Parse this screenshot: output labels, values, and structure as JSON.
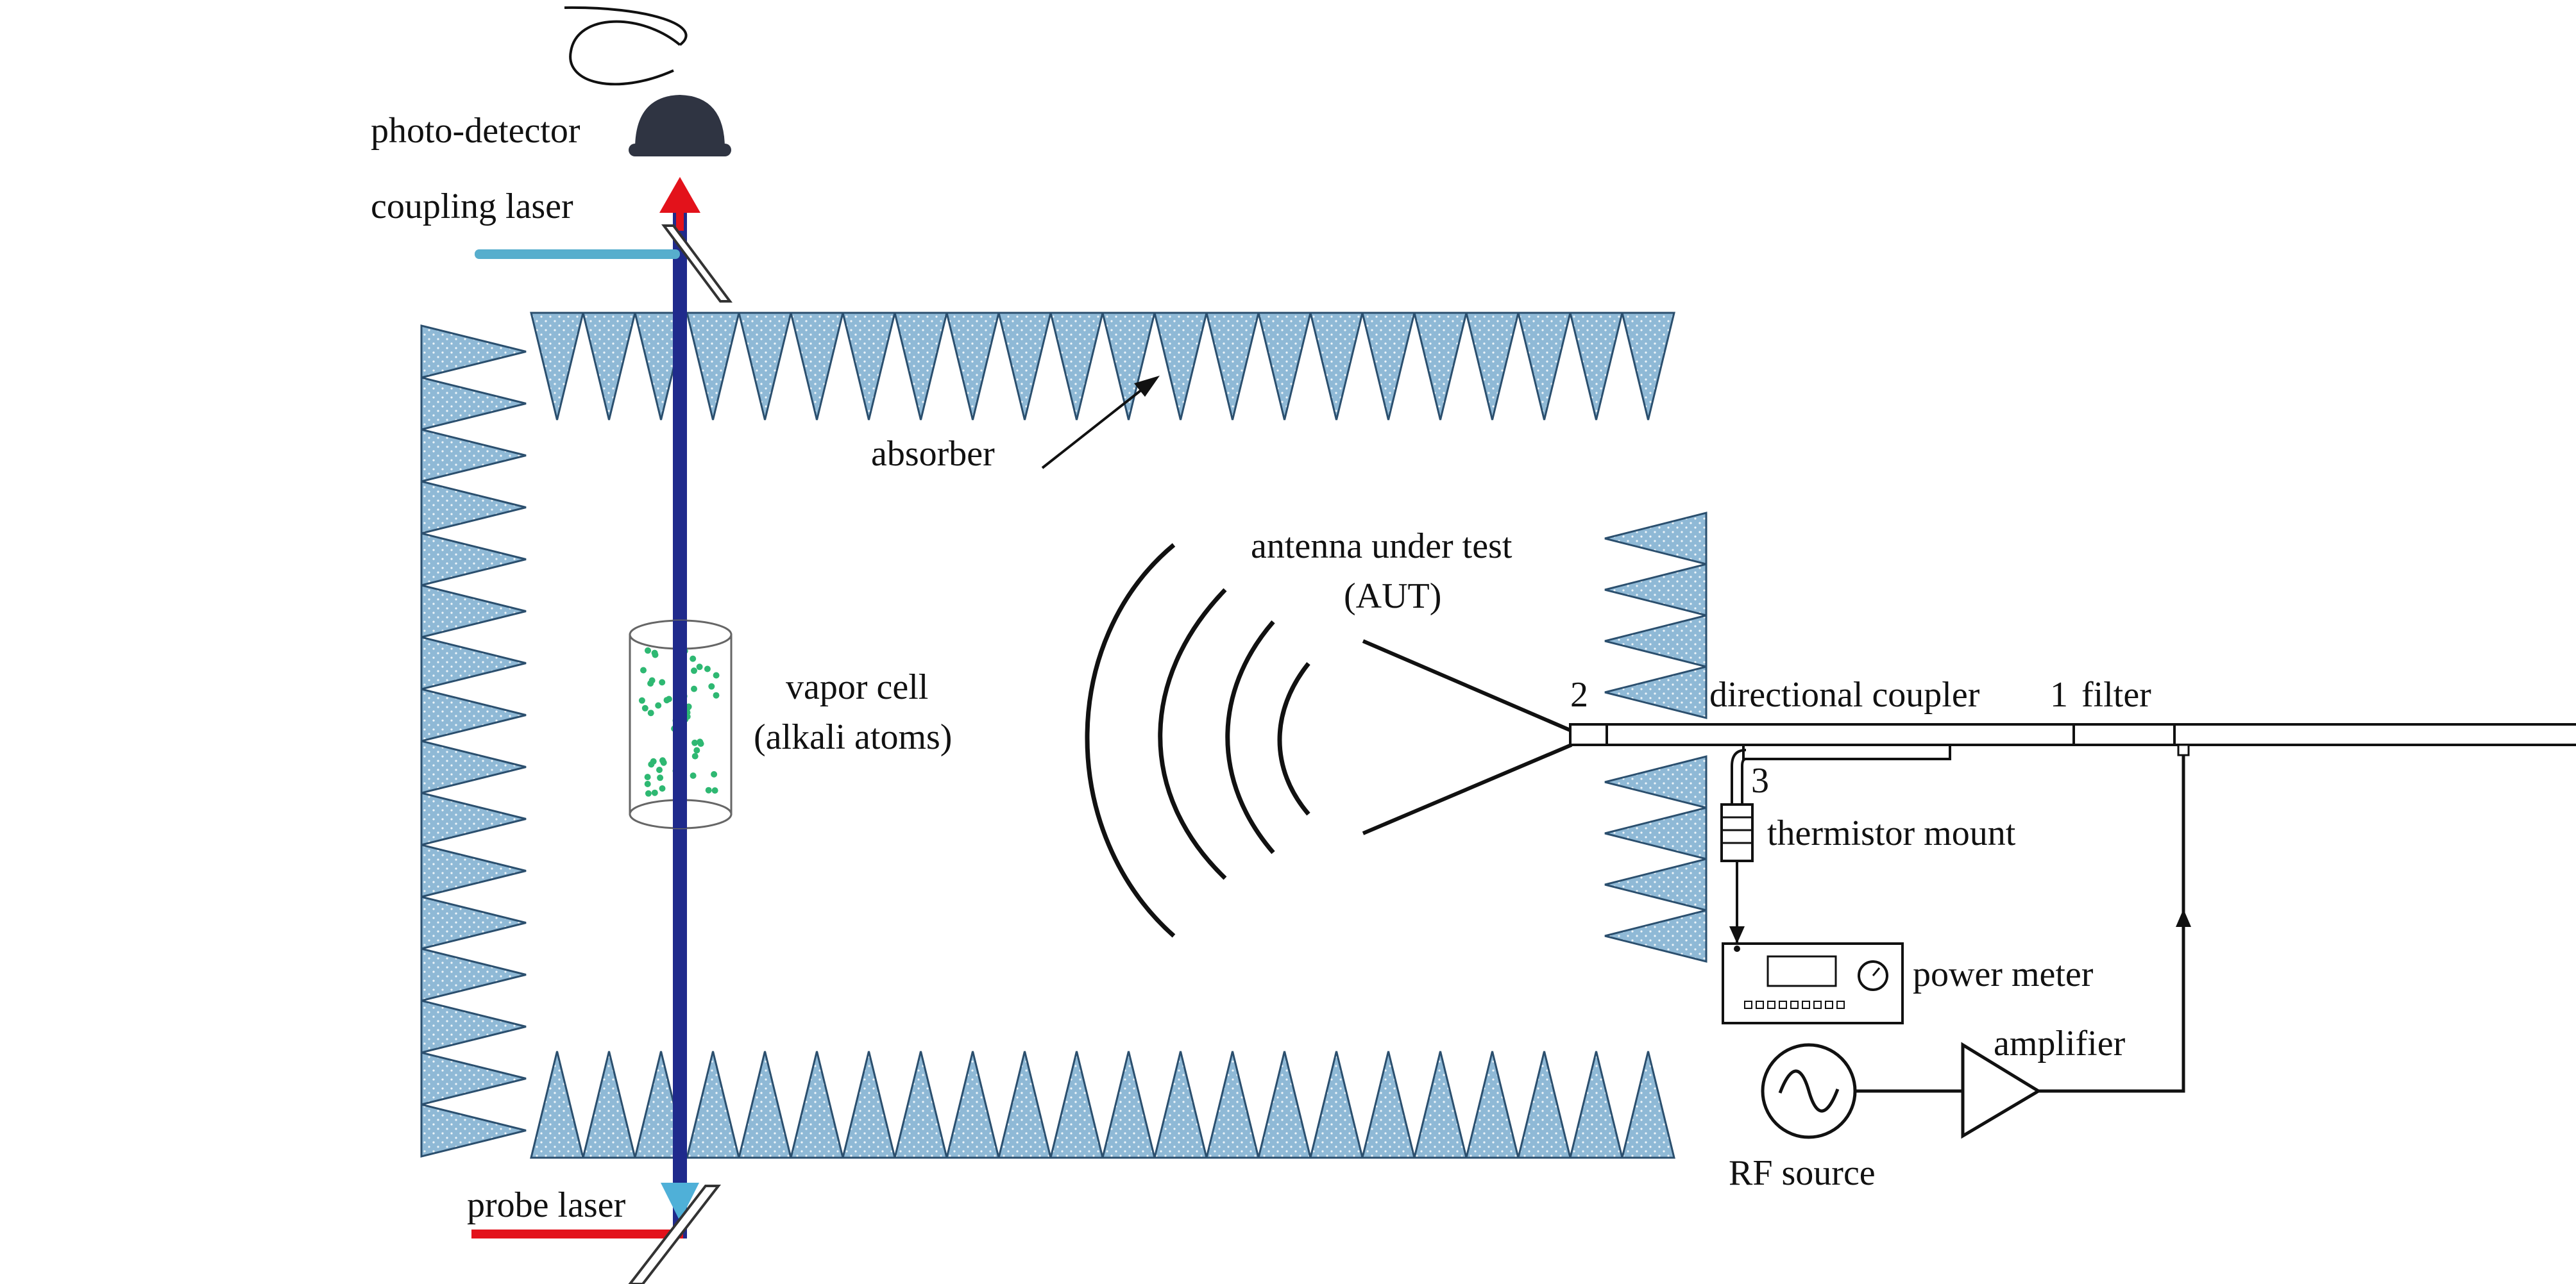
{
  "labels": {
    "photo_detector": "photo-detector",
    "coupling_laser": "coupling laser",
    "absorber": "absorber",
    "vapor_cell_line1": "vapor cell",
    "vapor_cell_line2": "(alkali atoms)",
    "aut_line1": "antenna under test",
    "aut_line2": "(AUT)",
    "port_2": "2",
    "directional_coupler": "directional coupler",
    "port_1": "1",
    "filter": "filter",
    "port_3": "3",
    "thermistor_mount": "thermistor mount",
    "power_meter": "power meter",
    "amplifier": "amplifier",
    "rf_source": "RF source",
    "probe_laser": "probe laser"
  },
  "colors": {
    "absorber_fill": "#8fb9d6",
    "probe_beam": "#1f2a8c",
    "probe_laser": "#e3121b",
    "coupling_laser": "#57aecd",
    "photo_detector": "#2f3442",
    "atoms": "#2eb872",
    "line": "#111111"
  }
}
